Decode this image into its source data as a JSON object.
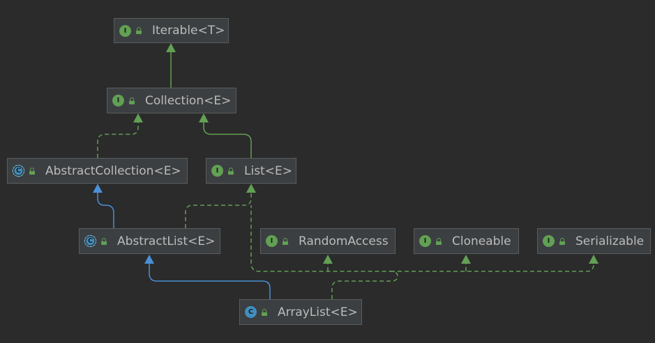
{
  "colors": {
    "background": "#2b2b2b",
    "node_fill": "#3c3f41",
    "node_border": "#5a5d5f",
    "implements_edge": "#62a054",
    "extends_edge": "#4a8fd8",
    "text": "#bbbbbb"
  },
  "nodes": {
    "iterable": {
      "label": "Iterable<T>",
      "kind": "interface",
      "badge": "I"
    },
    "collection": {
      "label": "Collection<E>",
      "kind": "interface",
      "badge": "I"
    },
    "abstract_collection": {
      "label": "AbstractCollection<E>",
      "kind": "abstract-class",
      "badge": "C"
    },
    "list": {
      "label": "List<E>",
      "kind": "interface",
      "badge": "I"
    },
    "abstract_list": {
      "label": "AbstractList<E>",
      "kind": "abstract-class",
      "badge": "C"
    },
    "random_access": {
      "label": "RandomAccess",
      "kind": "interface",
      "badge": "I"
    },
    "cloneable": {
      "label": "Cloneable",
      "kind": "interface",
      "badge": "I"
    },
    "serializable": {
      "label": "Serializable",
      "kind": "interface",
      "badge": "I"
    },
    "array_list": {
      "label": "ArrayList<E>",
      "kind": "class",
      "badge": "C"
    }
  },
  "edges": [
    {
      "from": "collection",
      "to": "iterable",
      "type": "extends-interface"
    },
    {
      "from": "abstract_collection",
      "to": "collection",
      "type": "implements"
    },
    {
      "from": "list",
      "to": "collection",
      "type": "extends-interface"
    },
    {
      "from": "abstract_list",
      "to": "abstract_collection",
      "type": "extends-class"
    },
    {
      "from": "abstract_list",
      "to": "list",
      "type": "implements"
    },
    {
      "from": "array_list",
      "to": "abstract_list",
      "type": "extends-class"
    },
    {
      "from": "array_list",
      "to": "list",
      "type": "implements"
    },
    {
      "from": "array_list",
      "to": "random_access",
      "type": "implements"
    },
    {
      "from": "array_list",
      "to": "cloneable",
      "type": "implements"
    },
    {
      "from": "array_list",
      "to": "serializable",
      "type": "implements"
    }
  ]
}
